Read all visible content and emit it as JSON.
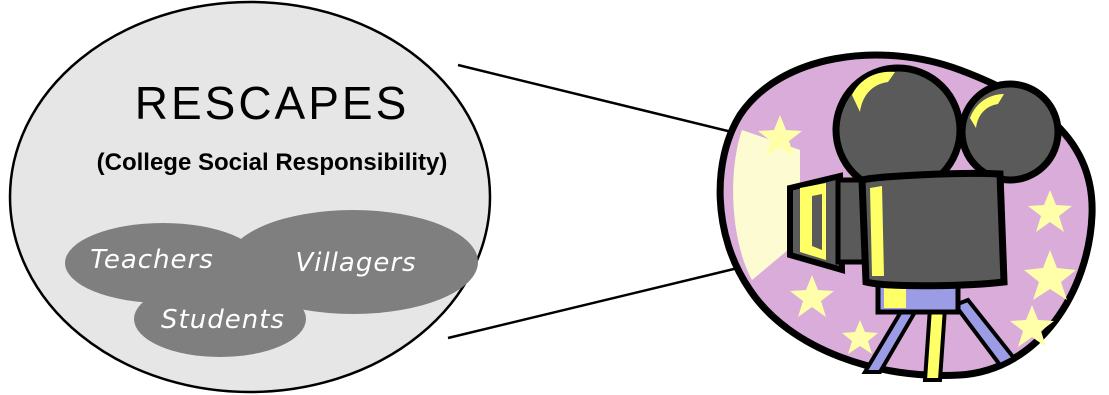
{
  "diagram": {
    "title": "RESCAPES",
    "subtitle": "(College Social Responsibility)",
    "groups": [
      "Teachers",
      "Villagers",
      "Students"
    ],
    "camera_icon": "movie-camera-icon",
    "colors": {
      "bubble_fill": "#e6e6e6",
      "bubble_stroke": "#000000",
      "group_fill": "#7f7f7f",
      "group_text": "#ffffff",
      "camera_bg": "#d9acd9",
      "camera_light": "#fdfbd2",
      "camera_body": "#5a5a5a",
      "camera_highlight": "#ffff66",
      "camera_accent": "#9c9ce6",
      "star": "#ffffaa"
    }
  }
}
